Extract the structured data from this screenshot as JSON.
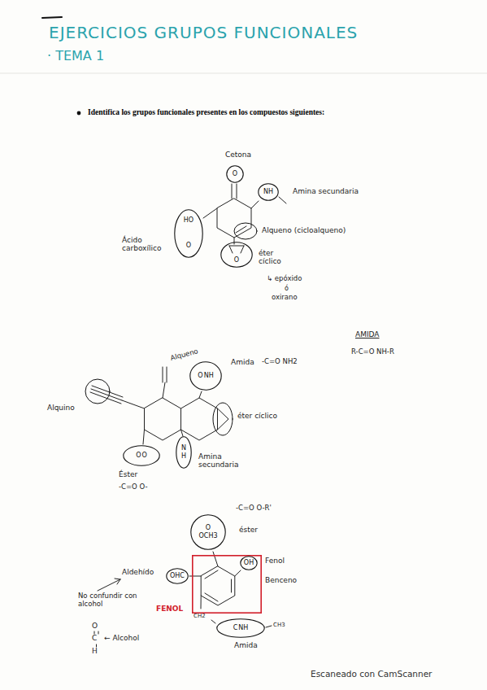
{
  "diagram": {
    "title": "EJERCICIOS GRUPOS FUNCIONALES",
    "nodes": [
      {
        "text": [
          "O"
        ]
      },
      {
        "text": [
          "NH"
        ]
      },
      {
        "text": [
          "HO",
          "O"
        ]
      },
      {
        "text": [
          "O"
        ]
      },
      {
        "text": [
          "O",
          "NH"
        ]
      },
      {
        "text": [
          "O",
          "O"
        ]
      },
      {
        "text": [
          "N",
          "H"
        ]
      },
      {
        "text": [
          "O",
          "OCH3"
        ]
      },
      {
        "text": [
          "OHC"
        ]
      },
      {
        "text": [
          "FENOL"
        ]
      },
      {
        "text": [
          "OH"
        ],
        "in": 9
      },
      {
        "text": [
          "C",
          "NH"
        ]
      }
    ],
    "labels": [
      "· TEMA 1",
      "Identifica los grupos funcionales presentes en los compuestos siguientes:",
      "Cetona",
      "Amina secundaria",
      "Alqueno (cicloalqueno)",
      "Ácido carboxílico",
      "éter cíclico",
      "↳ epóxido",
      "ó",
      "oxirano",
      "AMIDA",
      "R-C=O NH-R",
      "Alqueno",
      "Amida",
      "-C=O NH2",
      "Alquino",
      "éter cíclico",
      "Éster",
      "-C=O O-",
      "Amina secundaria",
      "-C=O O-R'",
      "éster",
      "Fenol",
      "Benceno",
      "Aldehído",
      "No confundir con alcohol",
      "CH2",
      "CH3",
      "Amida",
      "O",
      "C",
      "H",
      "← Alcohol",
      "Escaneado con CamScanner"
    ]
  }
}
